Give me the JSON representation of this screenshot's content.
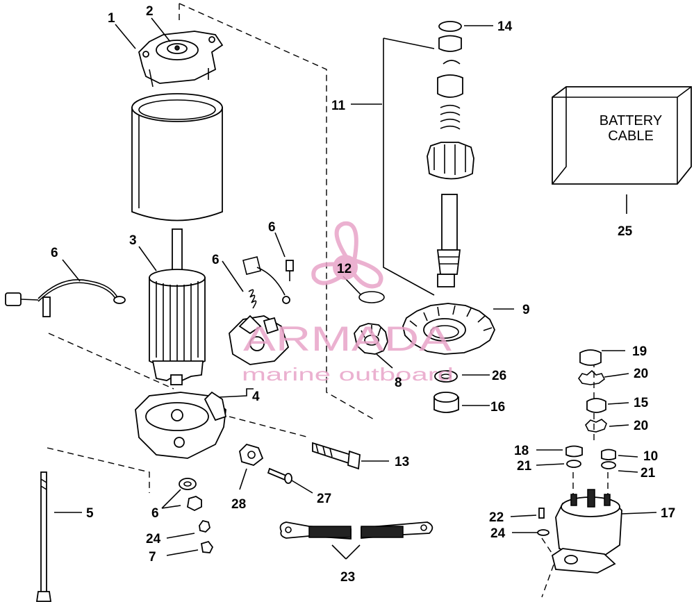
{
  "callouts": [
    {
      "id": "1",
      "label": "1"
    },
    {
      "id": "2",
      "label": "2"
    },
    {
      "id": "3",
      "label": "3"
    },
    {
      "id": "4",
      "label": "4"
    },
    {
      "id": "5",
      "label": "5"
    },
    {
      "id": "6a",
      "label": "6"
    },
    {
      "id": "6b",
      "label": "6"
    },
    {
      "id": "6c",
      "label": "6"
    },
    {
      "id": "6d",
      "label": "6"
    },
    {
      "id": "7",
      "label": "7"
    },
    {
      "id": "8",
      "label": "8"
    },
    {
      "id": "9",
      "label": "9"
    },
    {
      "id": "10",
      "label": "10"
    },
    {
      "id": "11",
      "label": "11"
    },
    {
      "id": "12",
      "label": "12"
    },
    {
      "id": "13",
      "label": "13"
    },
    {
      "id": "14",
      "label": "14"
    },
    {
      "id": "15",
      "label": "15"
    },
    {
      "id": "16",
      "label": "16"
    },
    {
      "id": "17",
      "label": "17"
    },
    {
      "id": "18",
      "label": "18"
    },
    {
      "id": "19",
      "label": "19"
    },
    {
      "id": "20a",
      "label": "20"
    },
    {
      "id": "20b",
      "label": "20"
    },
    {
      "id": "21a",
      "label": "21"
    },
    {
      "id": "21b",
      "label": "21"
    },
    {
      "id": "22",
      "label": "22"
    },
    {
      "id": "23",
      "label": "23"
    },
    {
      "id": "24a",
      "label": "24"
    },
    {
      "id": "24b",
      "label": "24"
    },
    {
      "id": "25",
      "label": "25"
    },
    {
      "id": "26",
      "label": "26"
    },
    {
      "id": "27",
      "label": "27"
    },
    {
      "id": "28",
      "label": "28"
    }
  ],
  "battery_box": {
    "line1": "BATTERY",
    "line2": "CABLE"
  },
  "watermark": {
    "brand": "ARMADA",
    "tagline": "marine outboard"
  },
  "colors": {
    "ink": "#000000",
    "watermark": "#e8a4c8",
    "background": "#ffffff"
  }
}
